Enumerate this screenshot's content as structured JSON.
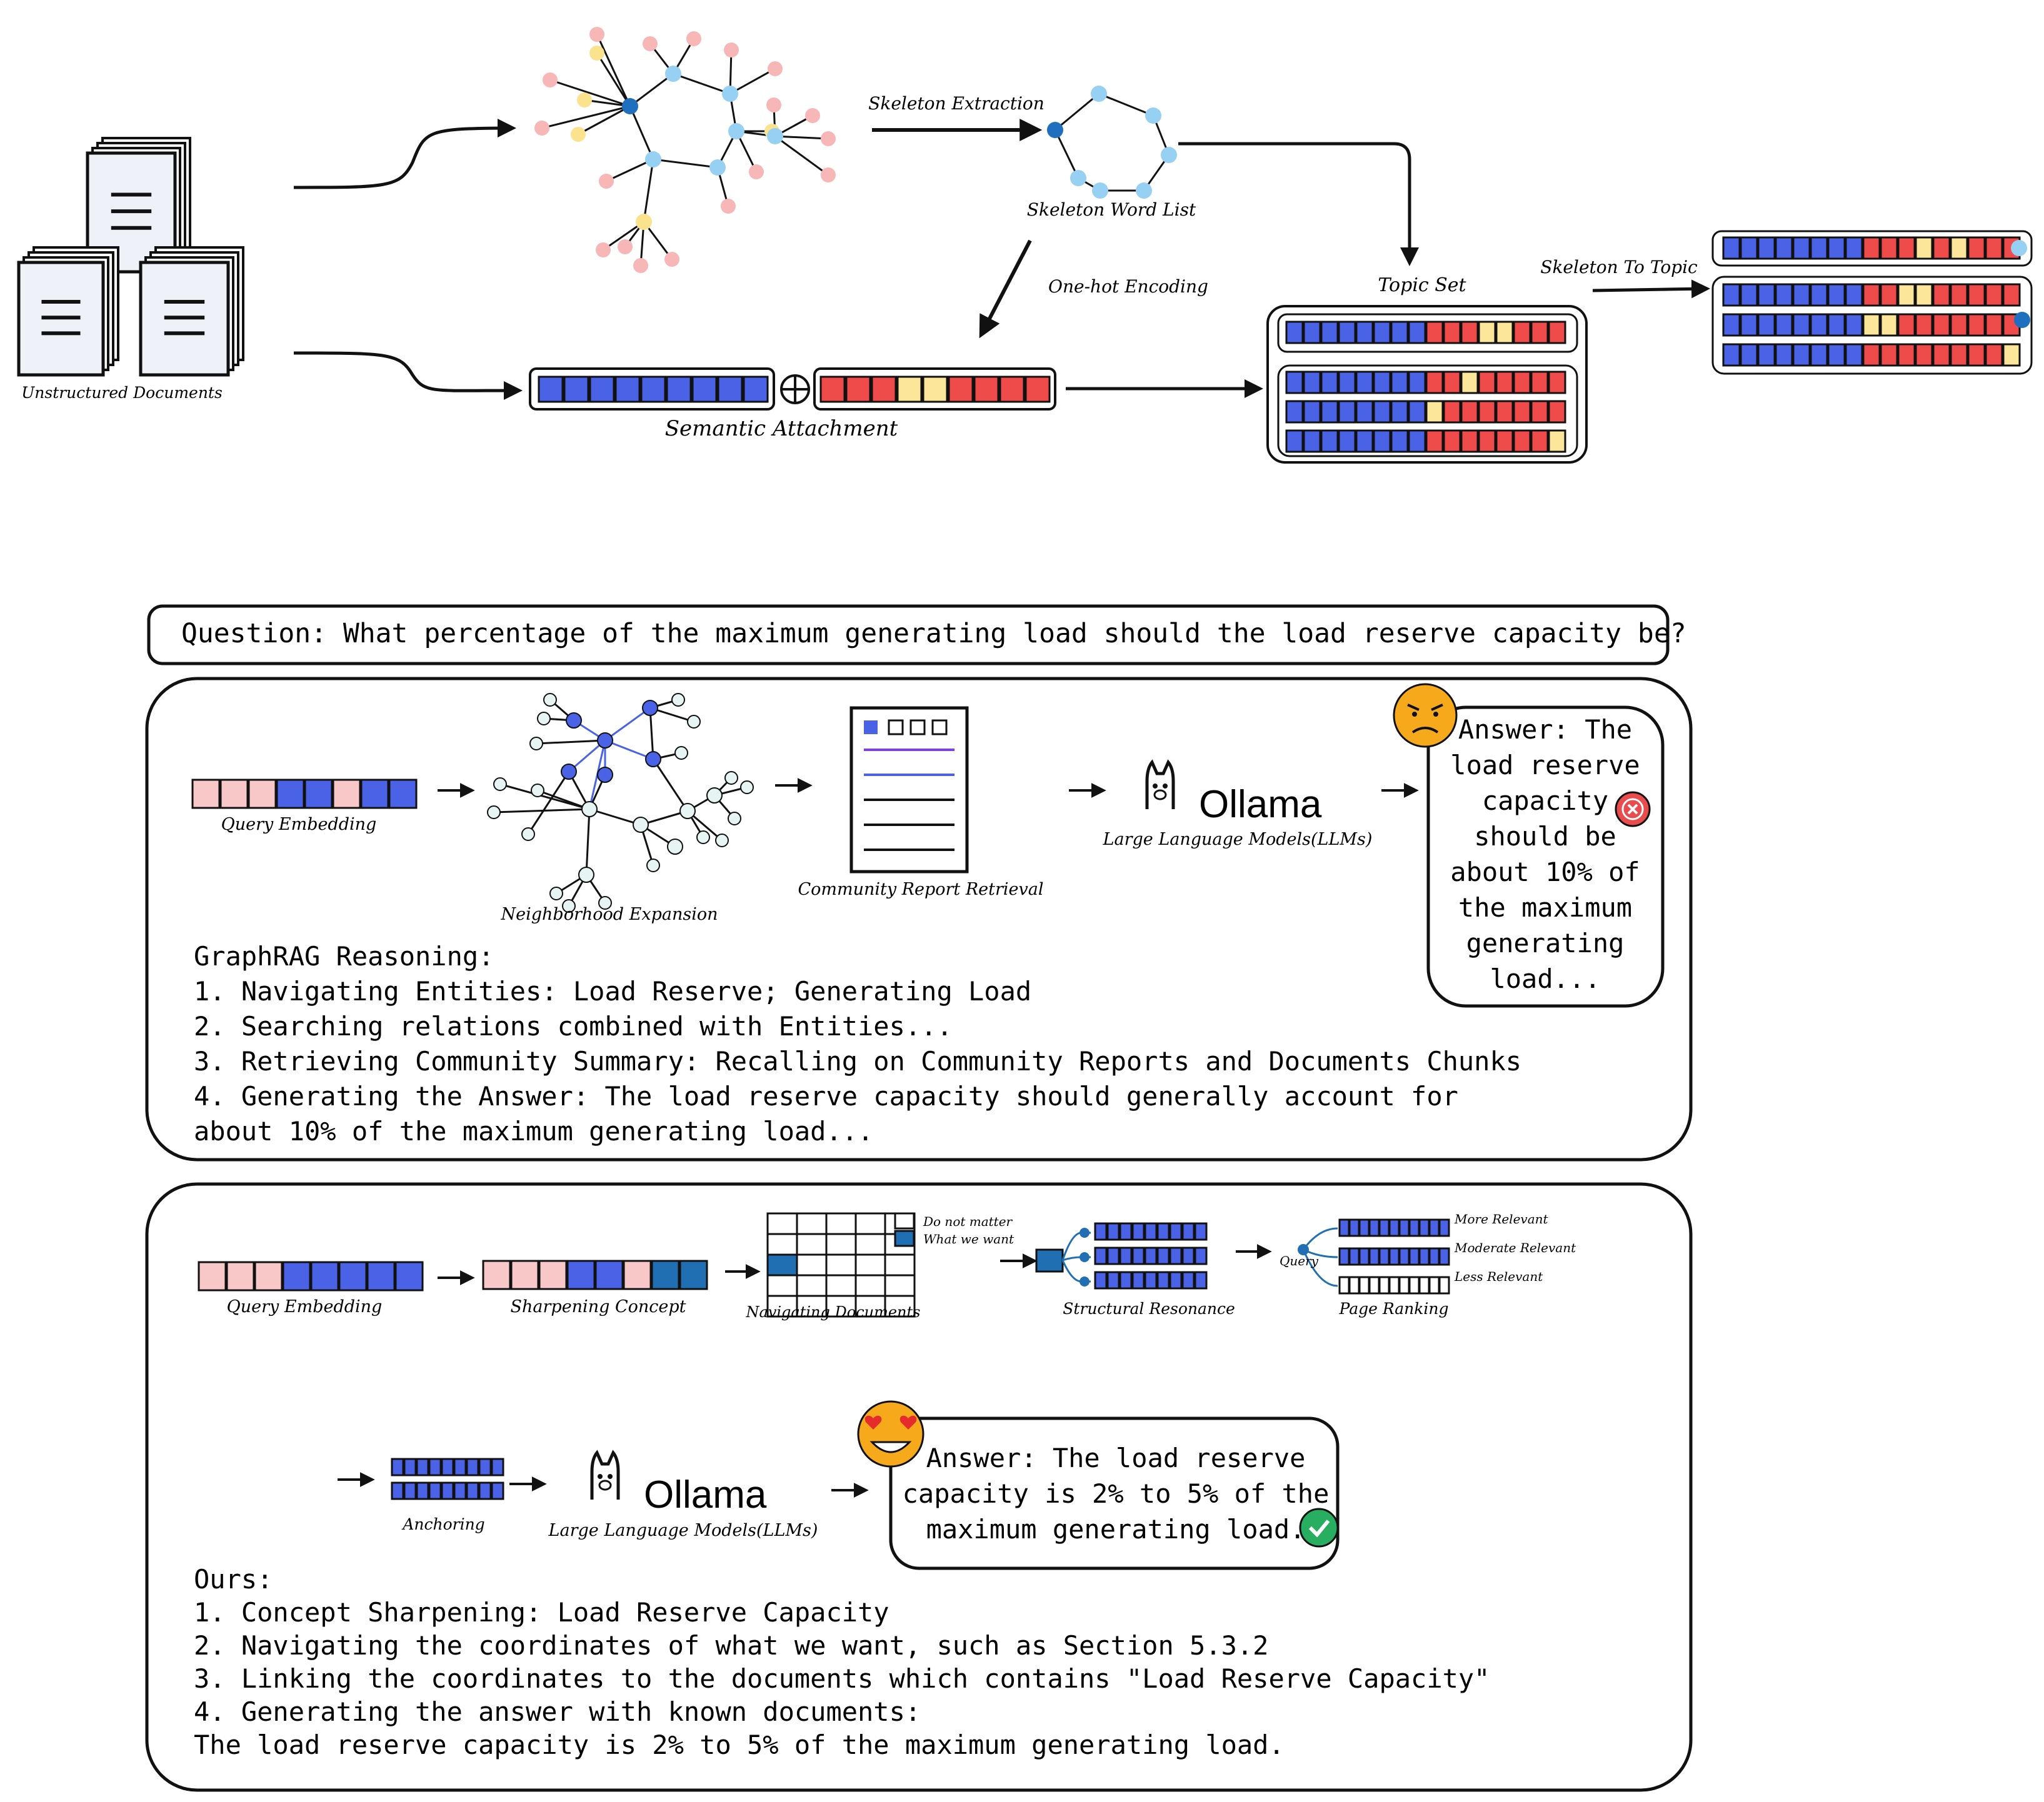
{
  "pipeline": {
    "documents_label": "Unstructured Documents",
    "skeleton_extraction_label": "Skeleton Extraction",
    "skeleton_word_list_label": "Skeleton Word List",
    "onehot_label": "One-hot Encoding",
    "topic_set_label": "Topic Set",
    "skeleton_to_topic_label": "Skeleton To Topic",
    "semantic_attachment_label": "Semantic Attachment"
  },
  "question": {
    "text": "Question: What percentage of the maximum generating load should the load reserve capacity be?"
  },
  "graphrag": {
    "query_embedding_label": "Query Embedding",
    "neighborhood_label": "Neighborhood Expansion",
    "community_report_label": "Community Report Retrieval",
    "ollama_label": "Ollama",
    "llm_label": "Large Language Models(LLMs)",
    "answer_lines": [
      "Answer: The",
      "load reserve",
      "capacity",
      "should be",
      "about 10% of",
      "the maximum",
      "generating",
      "load..."
    ],
    "reasoning_lines": [
      "GraphRAG Reasoning:",
      "1. Navigating Entities: Load Reserve; Generating Load",
      "2. Searching relations combined with Entities...",
      "3. Retrieving Community Summary: Recalling on Community Reports and Documents Chunks",
      "4. Generating the Answer: The load reserve capacity should generally account for",
      "about 10% of the maximum generating load..."
    ],
    "verdict_icon": "x-mark-icon",
    "face_icon": "angry-face-icon"
  },
  "ours": {
    "query_embedding_label": "Query Embedding",
    "sharpening_label": "Sharpening Concept",
    "navigating_label": "Navigating Documents",
    "legend_dont_matter": "Do not matter",
    "legend_want": "What we want",
    "structural_label": "Structural Resonance",
    "query_label": "Query",
    "more_relevant": "More Relevant",
    "moderate_relevant": "Moderate Relevant",
    "less_relevant": "Less Relevant",
    "page_ranking_label": "Page Ranking",
    "anchoring_label": "Anchoring",
    "ollama_label": "Ollama",
    "llm_label": "Large Language Models(LLMs)",
    "answer_lines": [
      "Answer: The load reserve",
      "capacity is 2% to 5% of the",
      "maximum generating load."
    ],
    "reasoning_lines": [
      "Ours:",
      "1. Concept Sharpening: Load Reserve Capacity",
      "2. Navigating the coordinates of what we want, such as Section 5.3.2",
      "3. Linking the coordinates to the documents which contains \"Load Reserve Capacity\"",
      "4. Generating the answer with known documents:",
      "The load reserve capacity is 2% to 5% of the maximum generating load."
    ],
    "verdict_icon": "check-mark-icon",
    "face_icon": "heart-eyes-face-icon"
  },
  "colors": {
    "blue": "#4a63e6",
    "red": "#ef4b4b",
    "yellow": "#fce69a",
    "pink": "#f8c8c8",
    "node_pink": "#f7b7b7",
    "node_yellow": "#fbe38e",
    "node_lightblue": "#96d0f3",
    "node_darkblue": "#1f6fbf",
    "dark_teal": "#1f6fb2",
    "emoji_orange": "#f5a91b",
    "check_green": "#27ae60",
    "x_red": "#e84c4c"
  }
}
